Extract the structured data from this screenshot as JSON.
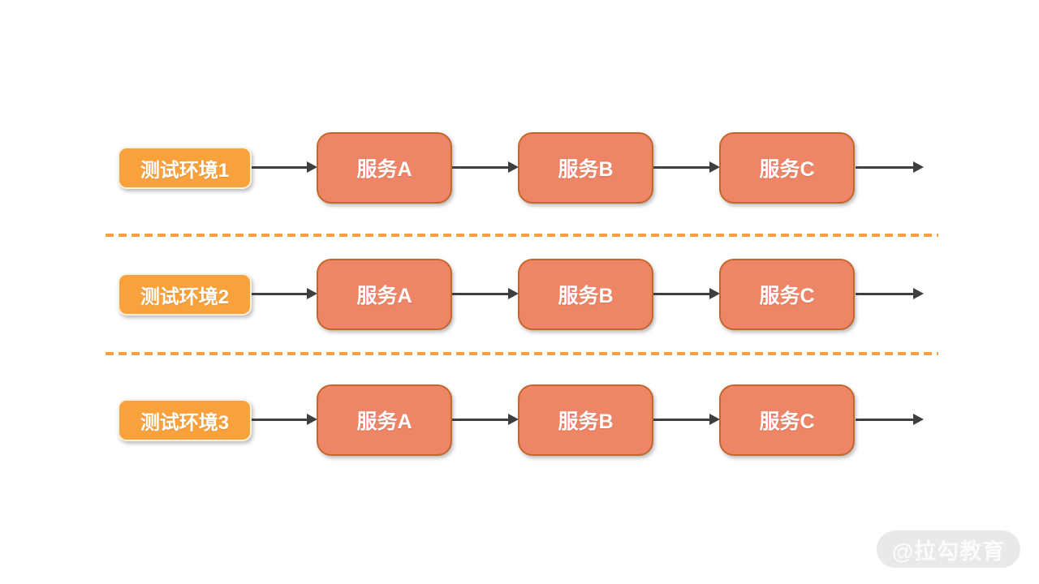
{
  "diagram": {
    "title_hint": "test-environments-service-pipelines",
    "rows": [
      {
        "env": "测试环境1",
        "services": [
          "服务A",
          "服务B",
          "服务C"
        ]
      },
      {
        "env": "测试环境2",
        "services": [
          "服务A",
          "服务B",
          "服务C"
        ]
      },
      {
        "env": "测试环境3",
        "services": [
          "服务A",
          "服务B",
          "服务C"
        ]
      }
    ],
    "colors": {
      "env_fill": "#F9A23C",
      "service_fill": "#EE8566",
      "service_border": "#C2682C",
      "arrow": "#3F3F3F",
      "divider": "#F9A23C",
      "watermark_bg": "#E9E9E9",
      "watermark_text_color": "#FBFBFB"
    }
  },
  "watermark": {
    "text": "@拉勾教育"
  }
}
